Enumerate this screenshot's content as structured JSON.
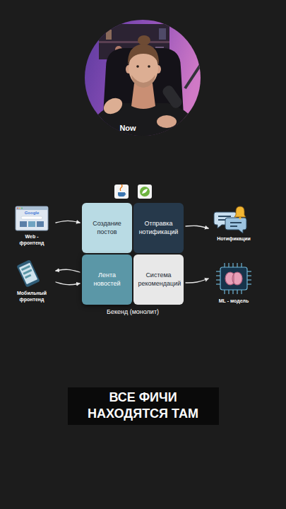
{
  "diagram": {
    "caption": "ВСЕ ФИЧИ НАХОДЯТСЯ ТАМ",
    "nodes": [
      {
        "text": [
          "Web - фронтенд"
        ]
      },
      {
        "text": [
          "Бекенд (монолит)"
        ]
      },
      {
        "text": [
          "Создание постов"
        ],
        "in": 1
      },
      {
        "text": [
          "Отправка нотификаций"
        ],
        "in": 1
      },
      {
        "text": [
          "Лента новостей"
        ],
        "in": 1
      },
      {
        "text": [
          "Система рекомендаций"
        ],
        "in": 1
      },
      {
        "text": [
          "Нотификации"
        ]
      },
      {
        "text": [
          "Мобильный фронтенд"
        ]
      },
      {
        "text": [
          "ML - модель"
        ]
      }
    ],
    "edges": [
      {
        "from": 0,
        "to": 2,
        "arrow": "to"
      },
      {
        "from": 4,
        "to": 7,
        "arrow": "to"
      },
      {
        "from": 7,
        "to": 4,
        "arrow": "to"
      },
      {
        "from": 3,
        "to": 6,
        "arrow": "to"
      },
      {
        "from": 5,
        "to": 8,
        "arrow": "to"
      }
    ],
    "labels": [
      "Now",
      "Google"
    ]
  }
}
